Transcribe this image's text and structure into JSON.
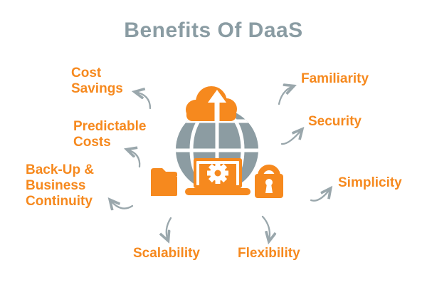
{
  "title": "Benefits Of DaaS",
  "colors": {
    "accent_orange": "#F6891E",
    "title_gray": "#8A9CA3",
    "globe_gray": "#8C9CA2",
    "arrow_gray": "#9AA7AC",
    "background": "#FFFFFF"
  },
  "benefits": [
    {
      "id": "cost-savings",
      "label": "Cost Savings",
      "lines": [
        "Cost",
        "Savings"
      ]
    },
    {
      "id": "predictable-costs",
      "label": "Predictable Costs",
      "lines": [
        "Predictable",
        "Costs"
      ]
    },
    {
      "id": "backup-business-continuity",
      "label": "Back-Up & Business Continuity",
      "lines": [
        "Back-Up &",
        "Business",
        "Continuity"
      ]
    },
    {
      "id": "scalability",
      "label": "Scalability",
      "lines": [
        "Scalability"
      ]
    },
    {
      "id": "flexibility",
      "label": "Flexibility",
      "lines": [
        "Flexibility"
      ]
    },
    {
      "id": "simplicity",
      "label": "Simplicity",
      "lines": [
        "Simplicity"
      ]
    },
    {
      "id": "security",
      "label": "Security",
      "lines": [
        "Security"
      ]
    },
    {
      "id": "familiarity",
      "label": "Familiarity",
      "lines": [
        "Familiarity"
      ]
    }
  ],
  "center_illustration": {
    "icons": [
      "globe-icon",
      "cloud-upload-icon",
      "laptop-icon",
      "gear-icon",
      "folder-icon",
      "lock-icon"
    ]
  }
}
